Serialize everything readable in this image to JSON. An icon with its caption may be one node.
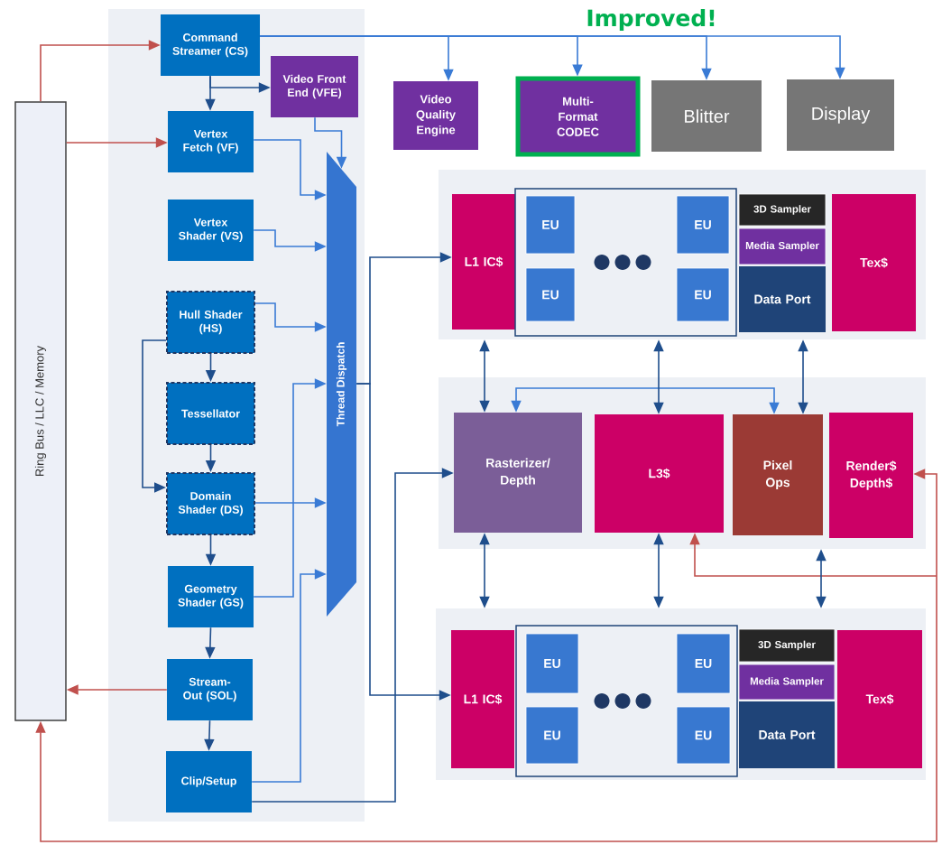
{
  "diagram": {
    "nodes": [
      {
        "text": [
          "Ring Bus / LLC / Memory"
        ]
      },
      {
        "text": [],
        "shape": "box"
      },
      {
        "text": [
          "Command Streamer (CS)"
        ],
        "in": 1
      },
      {
        "text": [
          "Video Front End (VFE)"
        ],
        "in": 1
      },
      {
        "text": [
          "Vertex Fetch (VF)"
        ],
        "in": 1
      },
      {
        "text": [
          "Vertex Shader (VS)"
        ],
        "in": 1
      },
      {
        "text": [
          "Hull Shader (HS)"
        ],
        "in": 1
      },
      {
        "text": [
          "Tessellator"
        ],
        "in": 1
      },
      {
        "text": [
          "Domain Shader (DS)"
        ],
        "in": 1
      },
      {
        "text": [
          "Geometry Shader (GS)"
        ],
        "in": 1
      },
      {
        "text": [
          "Stream-Out (SOL)"
        ],
        "in": 1
      },
      {
        "text": [
          "Clip/Setup"
        ],
        "in": 1
      },
      {
        "text": [
          "Thread Dispatch"
        ],
        "in": 1
      },
      {
        "text": [
          "Video Quality Engine"
        ]
      },
      {
        "text": [
          "Multi-Format CODEC"
        ]
      },
      {
        "text": [
          "Blitter"
        ]
      },
      {
        "text": [
          "Display"
        ]
      },
      {
        "text": [],
        "shape": "box"
      },
      {
        "text": [
          "L1 IC$"
        ],
        "in": 17
      },
      {
        "text": [],
        "shape": "box",
        "in": 17
      },
      {
        "text": [
          "EU"
        ],
        "in": 19
      },
      {
        "text": [
          "EU"
        ],
        "in": 19
      },
      {
        "text": [
          "EU"
        ],
        "in": 19
      },
      {
        "text": [
          "EU"
        ],
        "in": 19
      },
      {
        "text": [
          "3D Sampler"
        ],
        "in": 17
      },
      {
        "text": [
          "Media Sampler"
        ],
        "in": 17
      },
      {
        "text": [
          "Data Port"
        ],
        "in": 17
      },
      {
        "text": [
          "Tex$"
        ],
        "in": 17
      },
      {
        "text": [],
        "shape": "box"
      },
      {
        "text": [
          "Rasterizer/ Depth"
        ],
        "in": 28
      },
      {
        "text": [
          "L3$"
        ],
        "in": 28
      },
      {
        "text": [
          "Pixel Ops"
        ],
        "in": 28
      },
      {
        "text": [
          "Render$ Depth$"
        ],
        "in": 28
      },
      {
        "text": [],
        "shape": "box"
      },
      {
        "text": [
          "L1 IC$"
        ],
        "in": 33
      },
      {
        "text": [],
        "shape": "box",
        "in": 33
      },
      {
        "text": [
          "EU"
        ],
        "in": 35
      },
      {
        "text": [
          "EU"
        ],
        "in": 35
      },
      {
        "text": [
          "EU"
        ],
        "in": 35
      },
      {
        "text": [
          "EU"
        ],
        "in": 35
      },
      {
        "text": [
          "3D Sampler"
        ],
        "in": 33
      },
      {
        "text": [
          "Media Sampler"
        ],
        "in": 33
      },
      {
        "text": [
          "Data Port"
        ],
        "in": 33
      },
      {
        "text": [
          "Tex$"
        ],
        "in": 33
      }
    ],
    "edges": [
      {
        "from": 0,
        "to": 2,
        "arrow": "to",
        "color": "#c0504d"
      },
      {
        "from": 0,
        "to": 4,
        "arrow": "to",
        "color": "#c0504d"
      },
      {
        "from": 10,
        "to": 0,
        "arrow": "to",
        "color": "#c0504d"
      },
      {
        "from": 0,
        "to": 32,
        "arrow": "both",
        "color": "#c0504d"
      },
      {
        "from": 0,
        "to": 30,
        "arrow": "both",
        "color": "#c0504d"
      },
      {
        "from": 2,
        "to": 4,
        "arrow": "to"
      },
      {
        "from": 2,
        "to": 3,
        "arrow": "to"
      },
      {
        "from": 2,
        "to": 13,
        "arrow": "to",
        "color": "#3a7bd5"
      },
      {
        "from": 2,
        "to": 14,
        "arrow": "to",
        "color": "#3a7bd5"
      },
      {
        "from": 2,
        "to": 15,
        "arrow": "to",
        "color": "#3a7bd5"
      },
      {
        "from": 2,
        "to": 16,
        "arrow": "to",
        "color": "#3a7bd5"
      },
      {
        "from": 3,
        "to": 12,
        "arrow": "to",
        "color": "#3a7bd5"
      },
      {
        "from": 4,
        "to": 12,
        "arrow": "to",
        "color": "#3a7bd5"
      },
      {
        "from": 5,
        "to": 12,
        "arrow": "to",
        "color": "#3a7bd5"
      },
      {
        "from": 6,
        "to": 12,
        "arrow": "to",
        "color": "#3a7bd5"
      },
      {
        "from": 6,
        "to": 7,
        "arrow": "to"
      },
      {
        "from": 6,
        "to": 8,
        "arrow": "to"
      },
      {
        "from": 7,
        "to": 8,
        "arrow": "to"
      },
      {
        "from": 8,
        "to": 12,
        "arrow": "to",
        "color": "#3a7bd5"
      },
      {
        "from": 8,
        "to": 9,
        "arrow": "to"
      },
      {
        "from": 9,
        "to": 12,
        "arrow": "to",
        "color": "#3a7bd5"
      },
      {
        "from": 9,
        "to": 10,
        "arrow": "to"
      },
      {
        "from": 10,
        "to": 11,
        "arrow": "to"
      },
      {
        "from": 11,
        "to": 12,
        "arrow": "to",
        "color": "#3a7bd5"
      },
      {
        "from": 11,
        "to": 29,
        "arrow": "to"
      },
      {
        "from": 12,
        "to": 18,
        "arrow": "to"
      },
      {
        "from": 12,
        "to": 34,
        "arrow": "to"
      },
      {
        "from": 29,
        "to": 31,
        "arrow": "both",
        "color": "#3a7bd5"
      },
      {
        "from": 17,
        "to": 29,
        "arrow": "both"
      },
      {
        "from": 17,
        "to": 30,
        "arrow": "both"
      },
      {
        "from": 17,
        "to": 31,
        "arrow": "both"
      },
      {
        "from": 29,
        "to": 33,
        "arrow": "both"
      },
      {
        "from": 30,
        "to": 33,
        "arrow": "both"
      },
      {
        "from": 28,
        "to": 33,
        "arrow": "both"
      }
    ],
    "labels": [
      "Improved!"
    ]
  }
}
